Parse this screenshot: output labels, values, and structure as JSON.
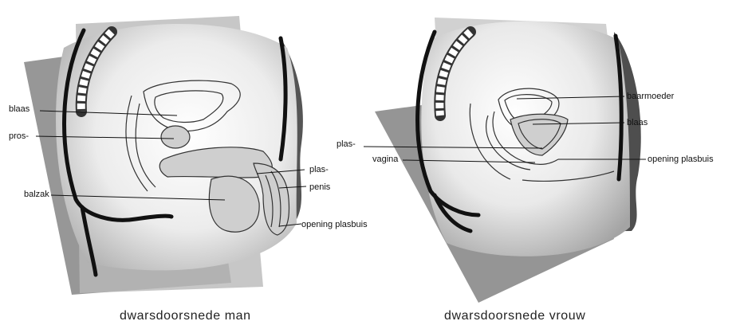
{
  "male": {
    "caption": "dwarsdoorsnede man",
    "labels": {
      "blaas": "blaas",
      "pros": "pros-",
      "balzak": "balzak",
      "plas": "plas-",
      "penis": "penis",
      "opening_plasbuis": "opening plasbuis"
    }
  },
  "female": {
    "caption": "dwarsdoorsnede vrouw",
    "labels": {
      "baarmoeder": "baarmoeder",
      "blaas": "blaas",
      "plas": "plas-",
      "vagina": "vagina",
      "opening_plasbuis": "opening plasbuis"
    }
  }
}
